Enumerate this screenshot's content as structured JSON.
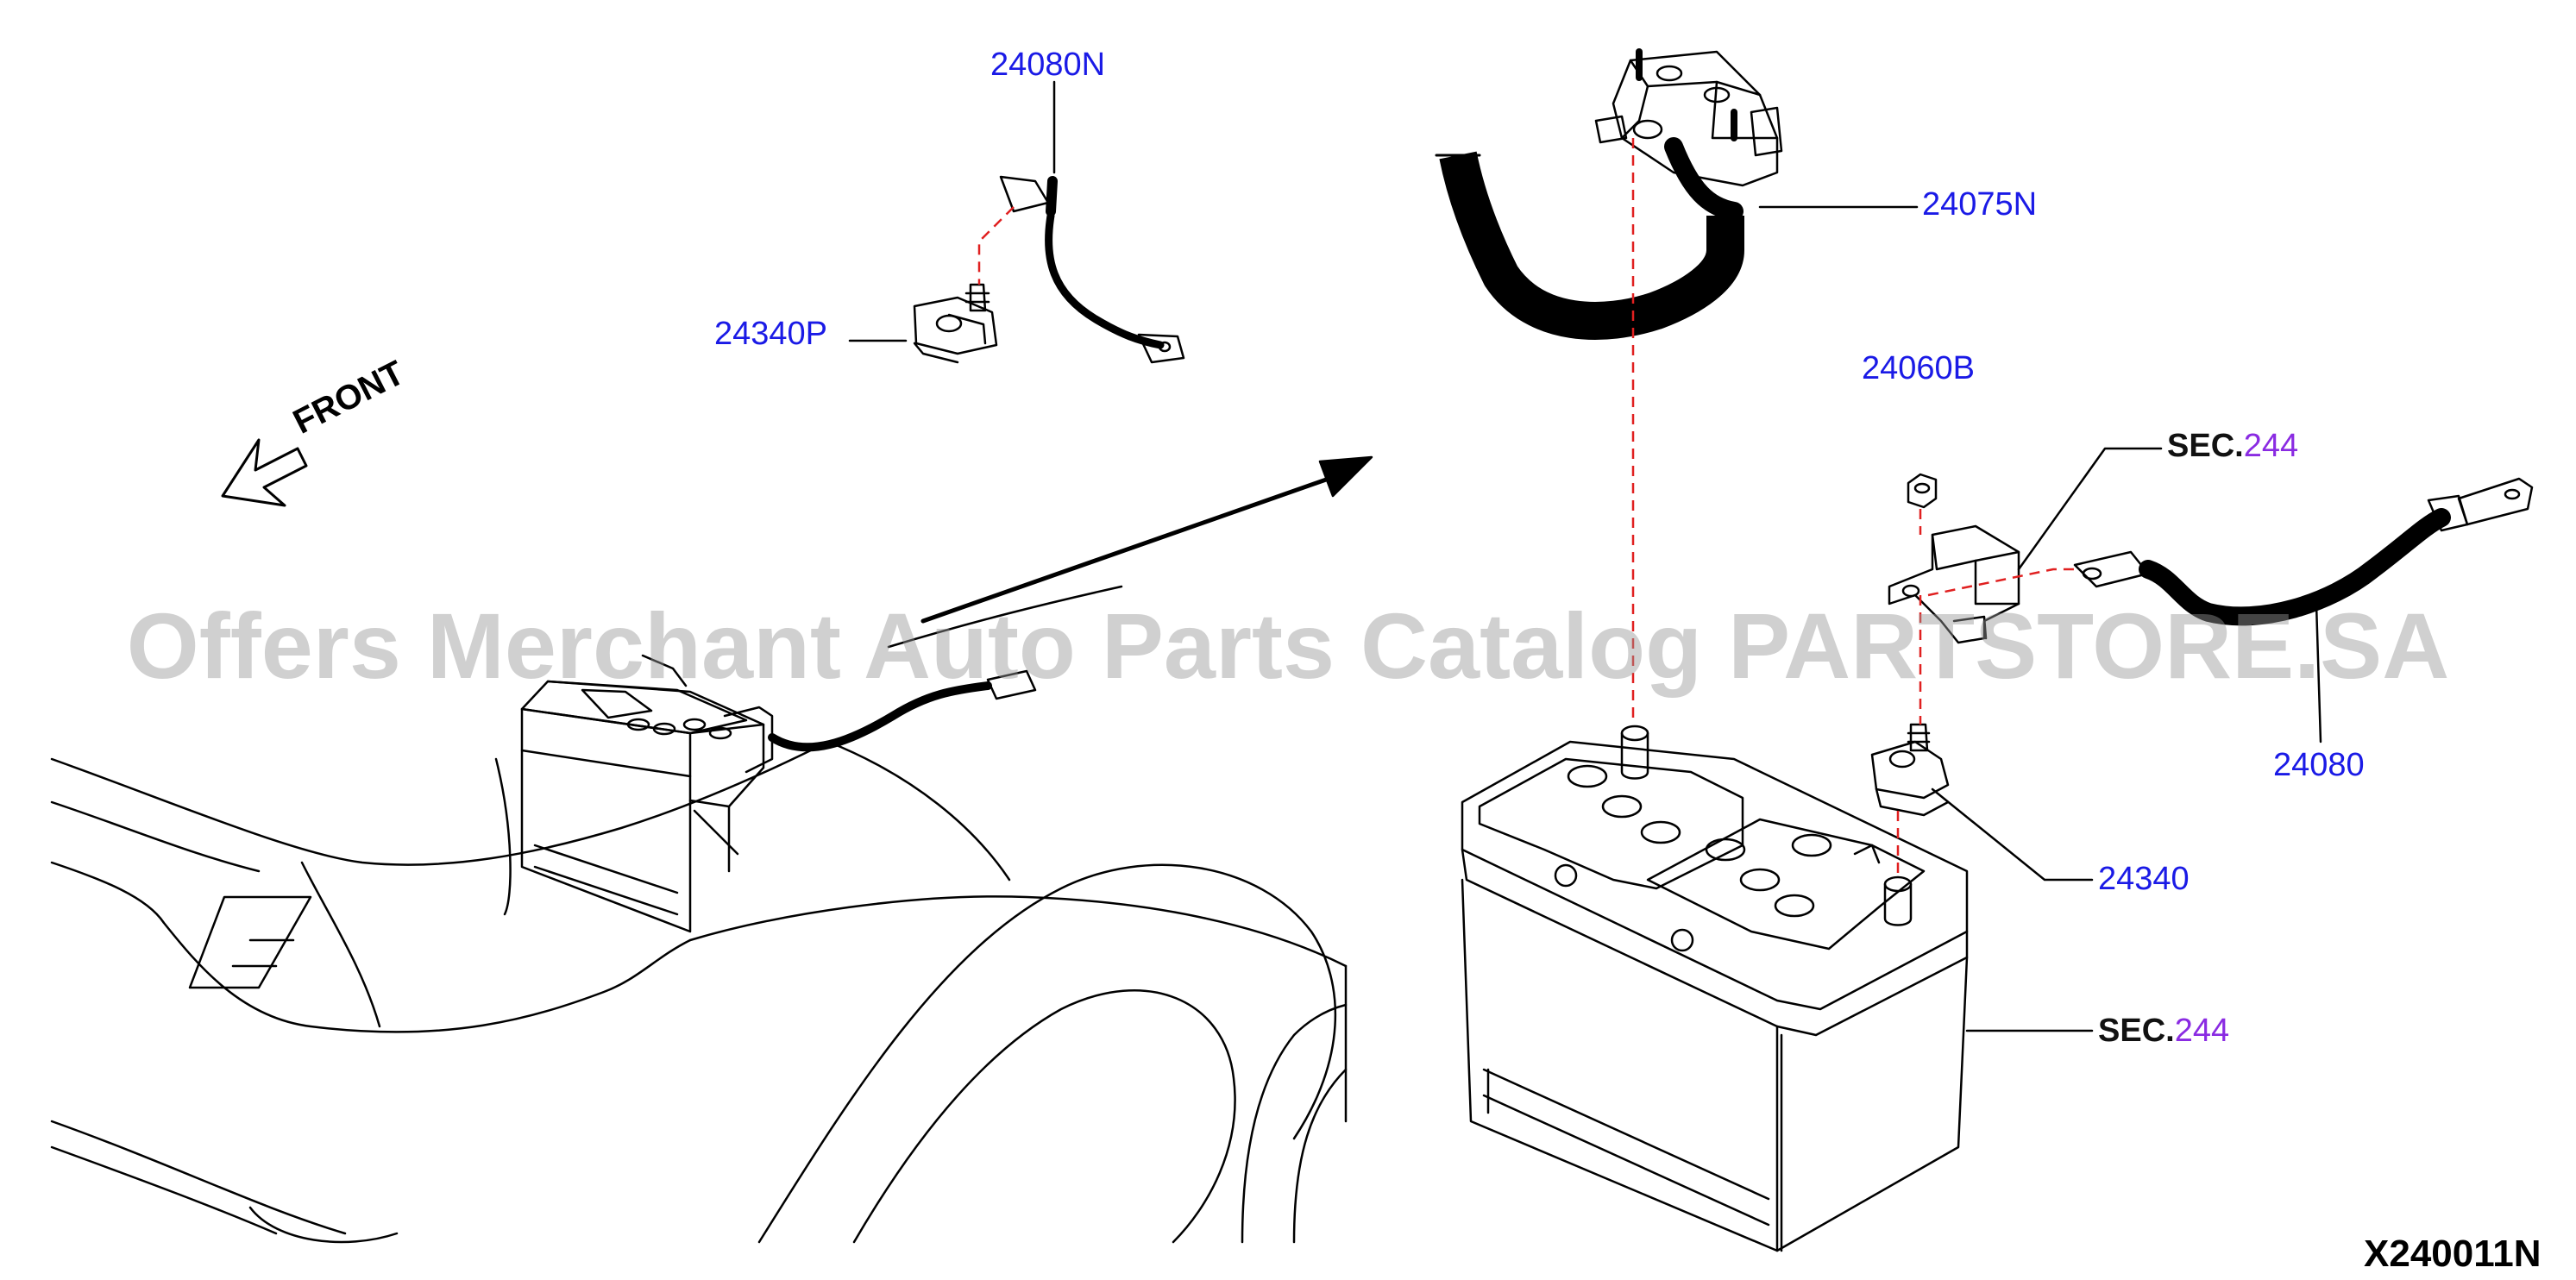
{
  "callouts": {
    "p24080N": "24080N",
    "p24075N": "24075N",
    "p24340P": "24340P",
    "p24060B": "24060B",
    "p24080": "24080",
    "p24340": "24340"
  },
  "sections": [
    {
      "prefix": "SEC.",
      "number": "244"
    },
    {
      "prefix": "SEC.",
      "number": "244"
    }
  ],
  "front_label": "FRONT",
  "drawing_id": "X240011N",
  "watermark": "Offers Merchant Auto Parts Catalog PARTSTORE.SA",
  "colors": {
    "callout_text": "#1a1ae6",
    "section_number": "#8a2be2",
    "leader_dash": "#e02020",
    "line_art": "#000000"
  }
}
